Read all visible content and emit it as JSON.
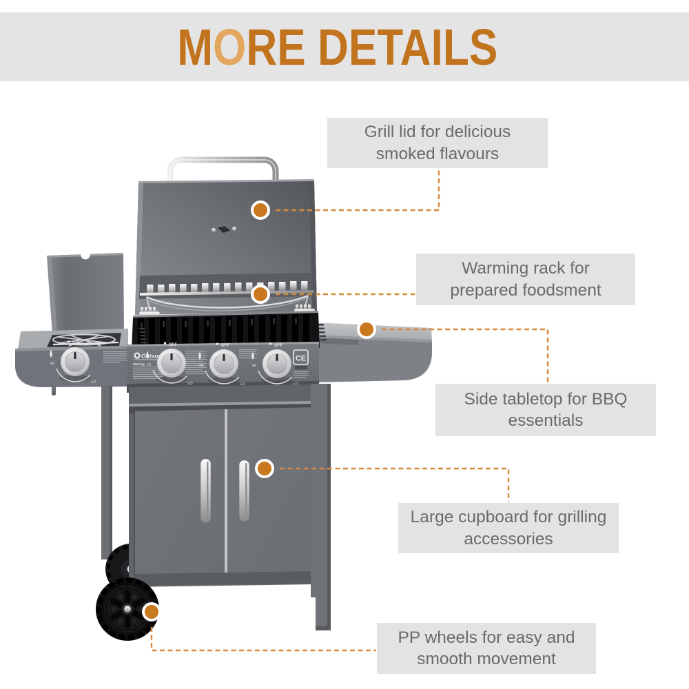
{
  "header": {
    "band_color": "#e4e4e4",
    "title": "MORE DETAILS",
    "title_m": "M",
    "title_o": "O",
    "title_rest": "RE DETAILS",
    "title_color": "#c2731e",
    "title_o_color": "#e3a65e"
  },
  "callouts": [
    {
      "id": "grill-lid",
      "text": "Grill lid for delicious smoked flavours"
    },
    {
      "id": "warming-rack",
      "text": "Warming rack for prepared foodsment"
    },
    {
      "id": "side-tabletop",
      "text": "Side tabletop for BBQ essentials"
    },
    {
      "id": "cupboard",
      "text": "Large cupboard for grilling accessories"
    },
    {
      "id": "wheels",
      "text": "PP wheels for easy and smooth movement"
    }
  ],
  "style": {
    "callout_bg": "#e3e3e3",
    "callout_text_color": "#6a6a6a",
    "dot_color": "#c8781e",
    "dash_line_color": "#d6893c",
    "grill_gray": "#74777c"
  },
  "grill": {
    "brand": "Outsunny",
    "warning_label": "Warning:",
    "ce_mark": "CE",
    "knob": {
      "off": "OFF",
      "lo": "LO",
      "hi": "HI"
    }
  }
}
